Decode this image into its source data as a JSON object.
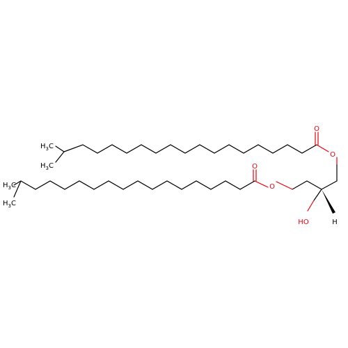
{
  "colors": {
    "carbon": "#000000",
    "oxygen": "#e8000b",
    "background": "#ffffff"
  },
  "labels": {
    "ch3_upper_a": {
      "main": "H",
      "sub": "3",
      "tail": "C"
    },
    "ch3_upper_b": {
      "main": "H",
      "sub": "3",
      "tail": "C"
    },
    "ch3_lower_a": {
      "main": "H",
      "sub": "3",
      "tail": "C"
    },
    "ch3_lower_b": {
      "main": "H",
      "sub": "3",
      "tail": "C"
    },
    "carbonyl_o_upper": "O",
    "ester_o_upper": "O",
    "carbonyl_o_lower": "O",
    "ester_o_lower": "O",
    "hydroxyl": "HO",
    "stereo_h": "H"
  }
}
